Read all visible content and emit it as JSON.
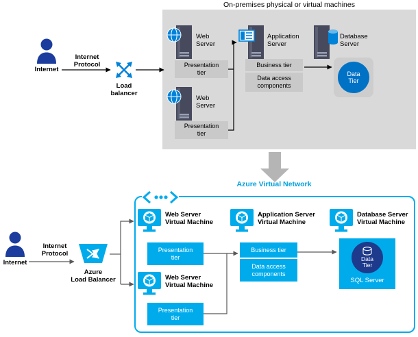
{
  "onprem": {
    "title": "On-premises physical or virtual machines",
    "internet": {
      "label": "Internet",
      "protocol": "Internet\nProtocol"
    },
    "load_balancer": {
      "label": "Load\nbalancer"
    },
    "web_server_1": {
      "label": "Web\nServer",
      "tier": "Presentation\ntier"
    },
    "web_server_2": {
      "label": "Web\nServer",
      "tier": "Presentation\ntier"
    },
    "app_server": {
      "label": "Application\nServer",
      "tier1": "Business tier",
      "tier2": "Data access\ncomponents"
    },
    "db_server": {
      "label": "Database\nServer",
      "tier": "Data\nTier"
    }
  },
  "azure": {
    "title": "Azure Virtual Network",
    "internet": {
      "label": "Internet",
      "protocol": "Internet\nProtocol"
    },
    "load_balancer": {
      "label": "Azure\nLoad Balancer"
    },
    "web_vm_1": {
      "label": "Web Server\nVirtual Machine",
      "tier": "Presentation\ntier"
    },
    "web_vm_2": {
      "label": "Web Server\nVirtual Machine",
      "tier": "Presentation\ntier"
    },
    "app_vm": {
      "label": "Application Server\nVirtual Machine",
      "tier1": "Business tier",
      "tier2": "Data access\ncomponents"
    },
    "db_vm": {
      "label": "Database Server\nVirtual Machine",
      "sql": "SQL Server",
      "tier": "Data\nTier"
    }
  },
  "icons": {
    "person": "user-silhouette",
    "load_balancer_onprem": "four-way-arrows",
    "web_server": "server-tower-globe",
    "app_server": "server-tower-window",
    "db_server": "server-tower-cylinder",
    "virtual_machine": "monitor-cube",
    "azure_load_balancer": "trapezoid-cross-arrows",
    "code": "angle-brackets-dots",
    "transition": "block-arrow-down"
  },
  "colors": {
    "azure_cyan": "#00abec",
    "azure_title": "#00a0dd",
    "onprem_panel_gray": "#d9d9d9",
    "tier_gray": "#c9c9c9",
    "accent_blue": "#0082d9",
    "data_tier_blue": "#0072c6",
    "data_tier_navy": "#1e3a8c",
    "person_navy": "#1c3c9e",
    "arrow_black": "#000000",
    "arrow_gray": "#595959"
  }
}
